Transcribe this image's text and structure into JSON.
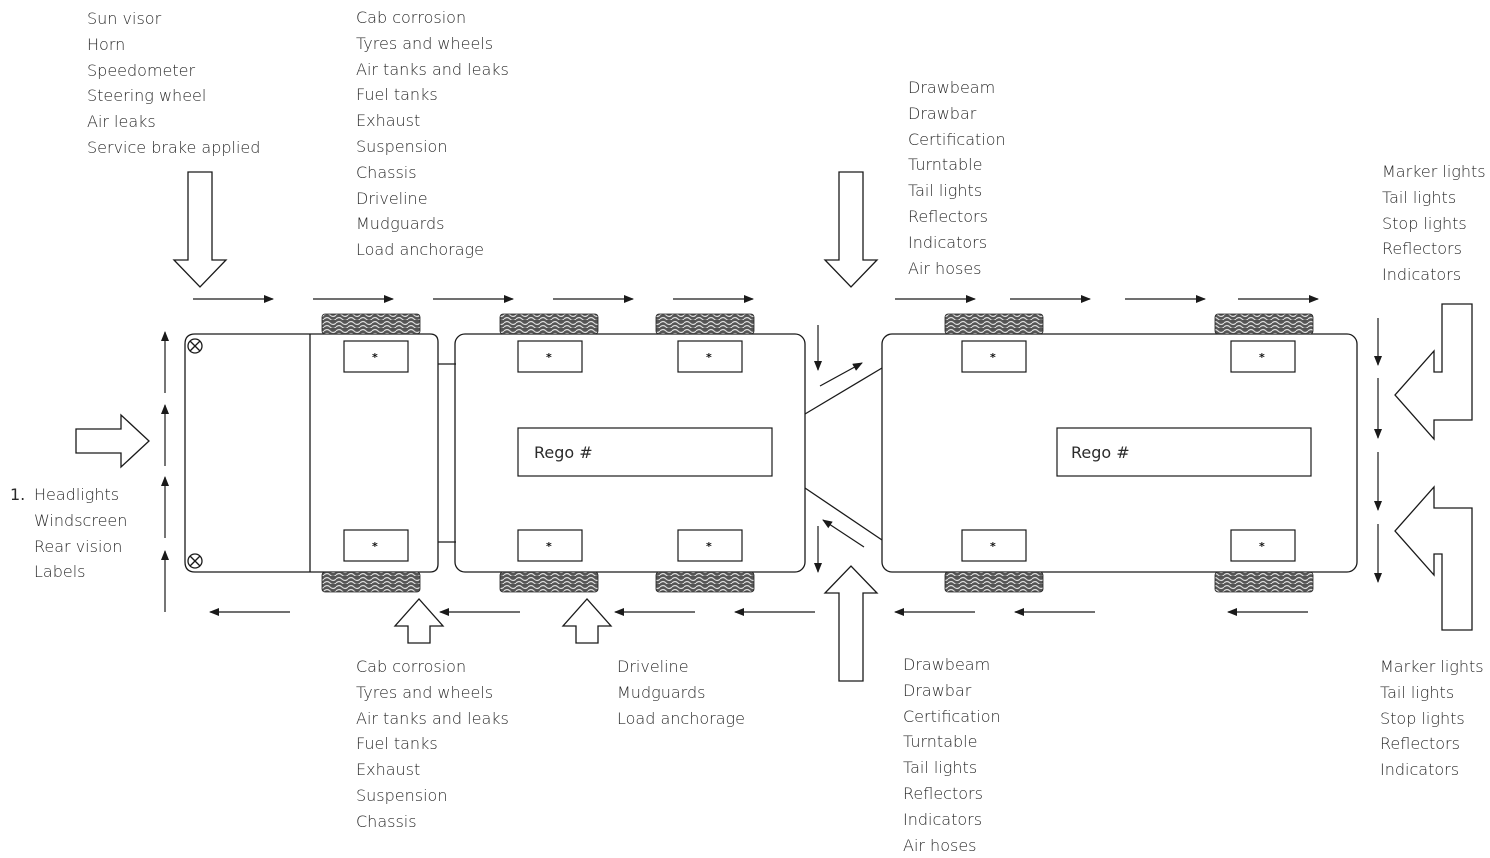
{
  "labels": {
    "front_number": "1.",
    "front": [
      "Headlights",
      "Windscreen",
      "Rear vision",
      "Labels"
    ],
    "cab_interior": [
      "Sun visor",
      "Horn",
      "Speedometer",
      "Steering wheel",
      "Air leaks",
      "Service brake applied"
    ],
    "prime_mover_left": [
      "Cab corrosion",
      "Tyres and wheels",
      "Air tanks and leaks",
      "Fuel tanks",
      "Exhaust",
      "Suspension",
      "Chassis",
      "Driveline",
      "Mudguards",
      "Load anchorage"
    ],
    "prime_mover_right_cab": [
      "Cab corrosion",
      "Tyres and wheels",
      "Air tanks and leaks",
      "Fuel tanks",
      "Exhaust",
      "Suspension",
      "Chassis"
    ],
    "prime_mover_right_rear": [
      "Driveline",
      "Mudguards",
      "Load anchorage"
    ],
    "coupling_top": [
      "Drawbeam",
      "Drawbar",
      "Certification",
      "Turntable",
      "Tail lights",
      "Reflectors",
      "Indicators",
      "Air hoses"
    ],
    "coupling_bottom": [
      "Drawbeam",
      "Drawbar",
      "Certification",
      "Turntable",
      "Tail lights",
      "Reflectors",
      "Indicators",
      "Air hoses"
    ],
    "rear_top": [
      "Marker lights",
      "Tail lights",
      "Stop lights",
      "Reflectors",
      "Indicators"
    ],
    "rear_bottom": [
      "Marker lights",
      "Tail lights",
      "Stop lights",
      "Reflectors",
      "Indicators"
    ],
    "rego_truck": "Rego #",
    "rego_trailer": "Rego #",
    "wheel_marker": "*"
  },
  "colors": {
    "stroke": "#1a1a1a",
    "tyre": "#3a3a3a",
    "text": "#2b2b2b"
  }
}
